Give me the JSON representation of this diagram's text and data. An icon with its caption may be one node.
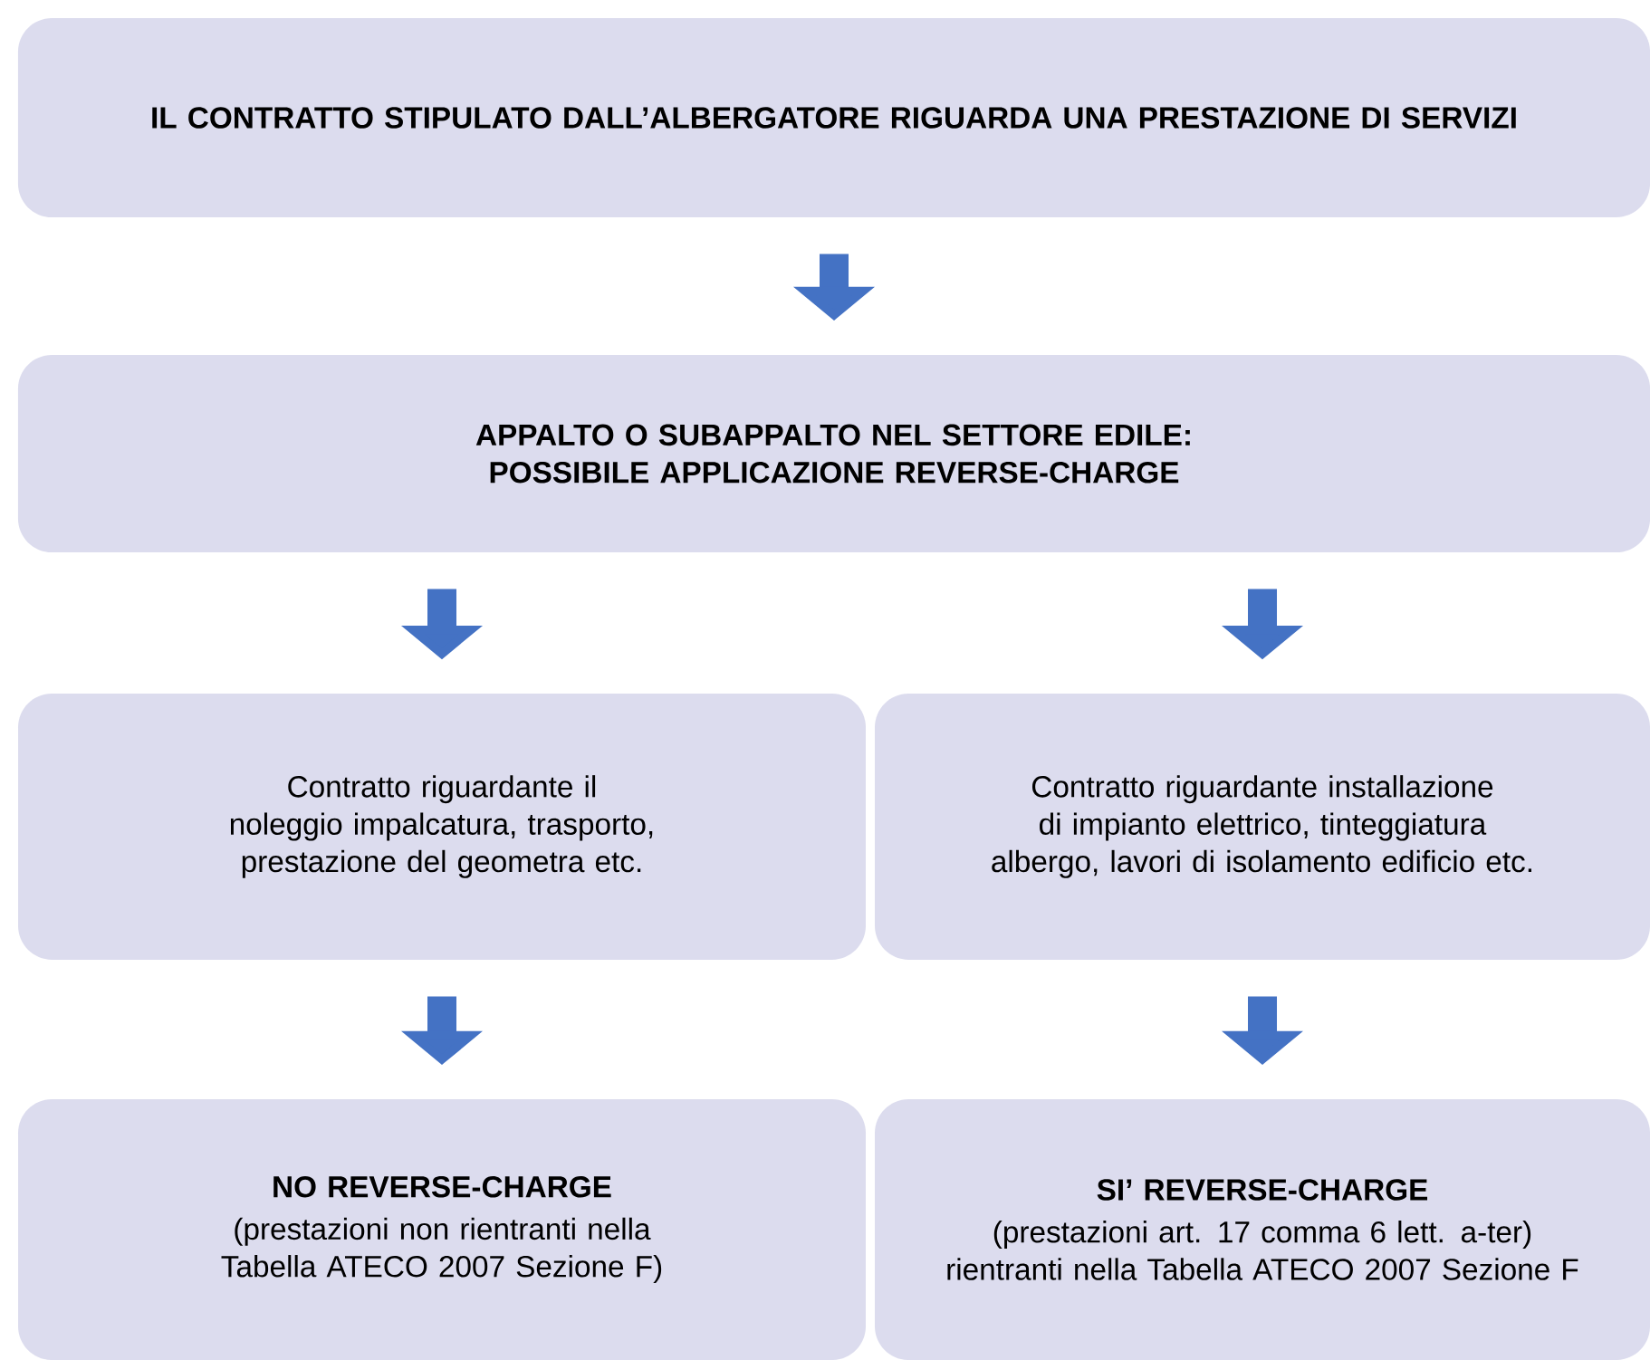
{
  "diagram": {
    "nodes": [
      {
        "text": [
          "IL CONTRATTO STIPULATO DALL’ALBERGATORE RIGUARDA UNA PRESTAZIONE DI SERVIZI"
        ]
      },
      {
        "text": [
          "APPALTO O SUBAPPALTO NEL SETTORE EDILE: POSSIBILE APPLICAZIONE REVERSE-CHARGE"
        ]
      },
      {
        "text": [
          "Contratto riguardante il noleggio impalcatura, trasporto, prestazione del geometra etc."
        ]
      },
      {
        "text": [
          "Contratto riguardante installazione di impianto elettrico, tinteggiatura albergo, lavori di isolamento edificio etc."
        ]
      },
      {
        "text": [
          "NO REVERSE-CHARGE",
          "(prestazioni non rientranti nella Tabella ATECO 2007 Sezione F)"
        ]
      },
      {
        "text": [
          "SI’ REVERSE-CHARGE",
          "(prestazioni art. 17 comma 6 lett. a-ter) rientranti nella Tabella ATECO 2007 Sezione F"
        ]
      }
    ],
    "edges": [
      {
        "from": 0,
        "to": 1,
        "arrow": "to"
      },
      {
        "from": 1,
        "to": 2,
        "arrow": "to"
      },
      {
        "from": 1,
        "to": 3,
        "arrow": "to"
      },
      {
        "from": 2,
        "to": 4,
        "arrow": "to"
      },
      {
        "from": 3,
        "to": 5,
        "arrow": "to"
      }
    ]
  }
}
